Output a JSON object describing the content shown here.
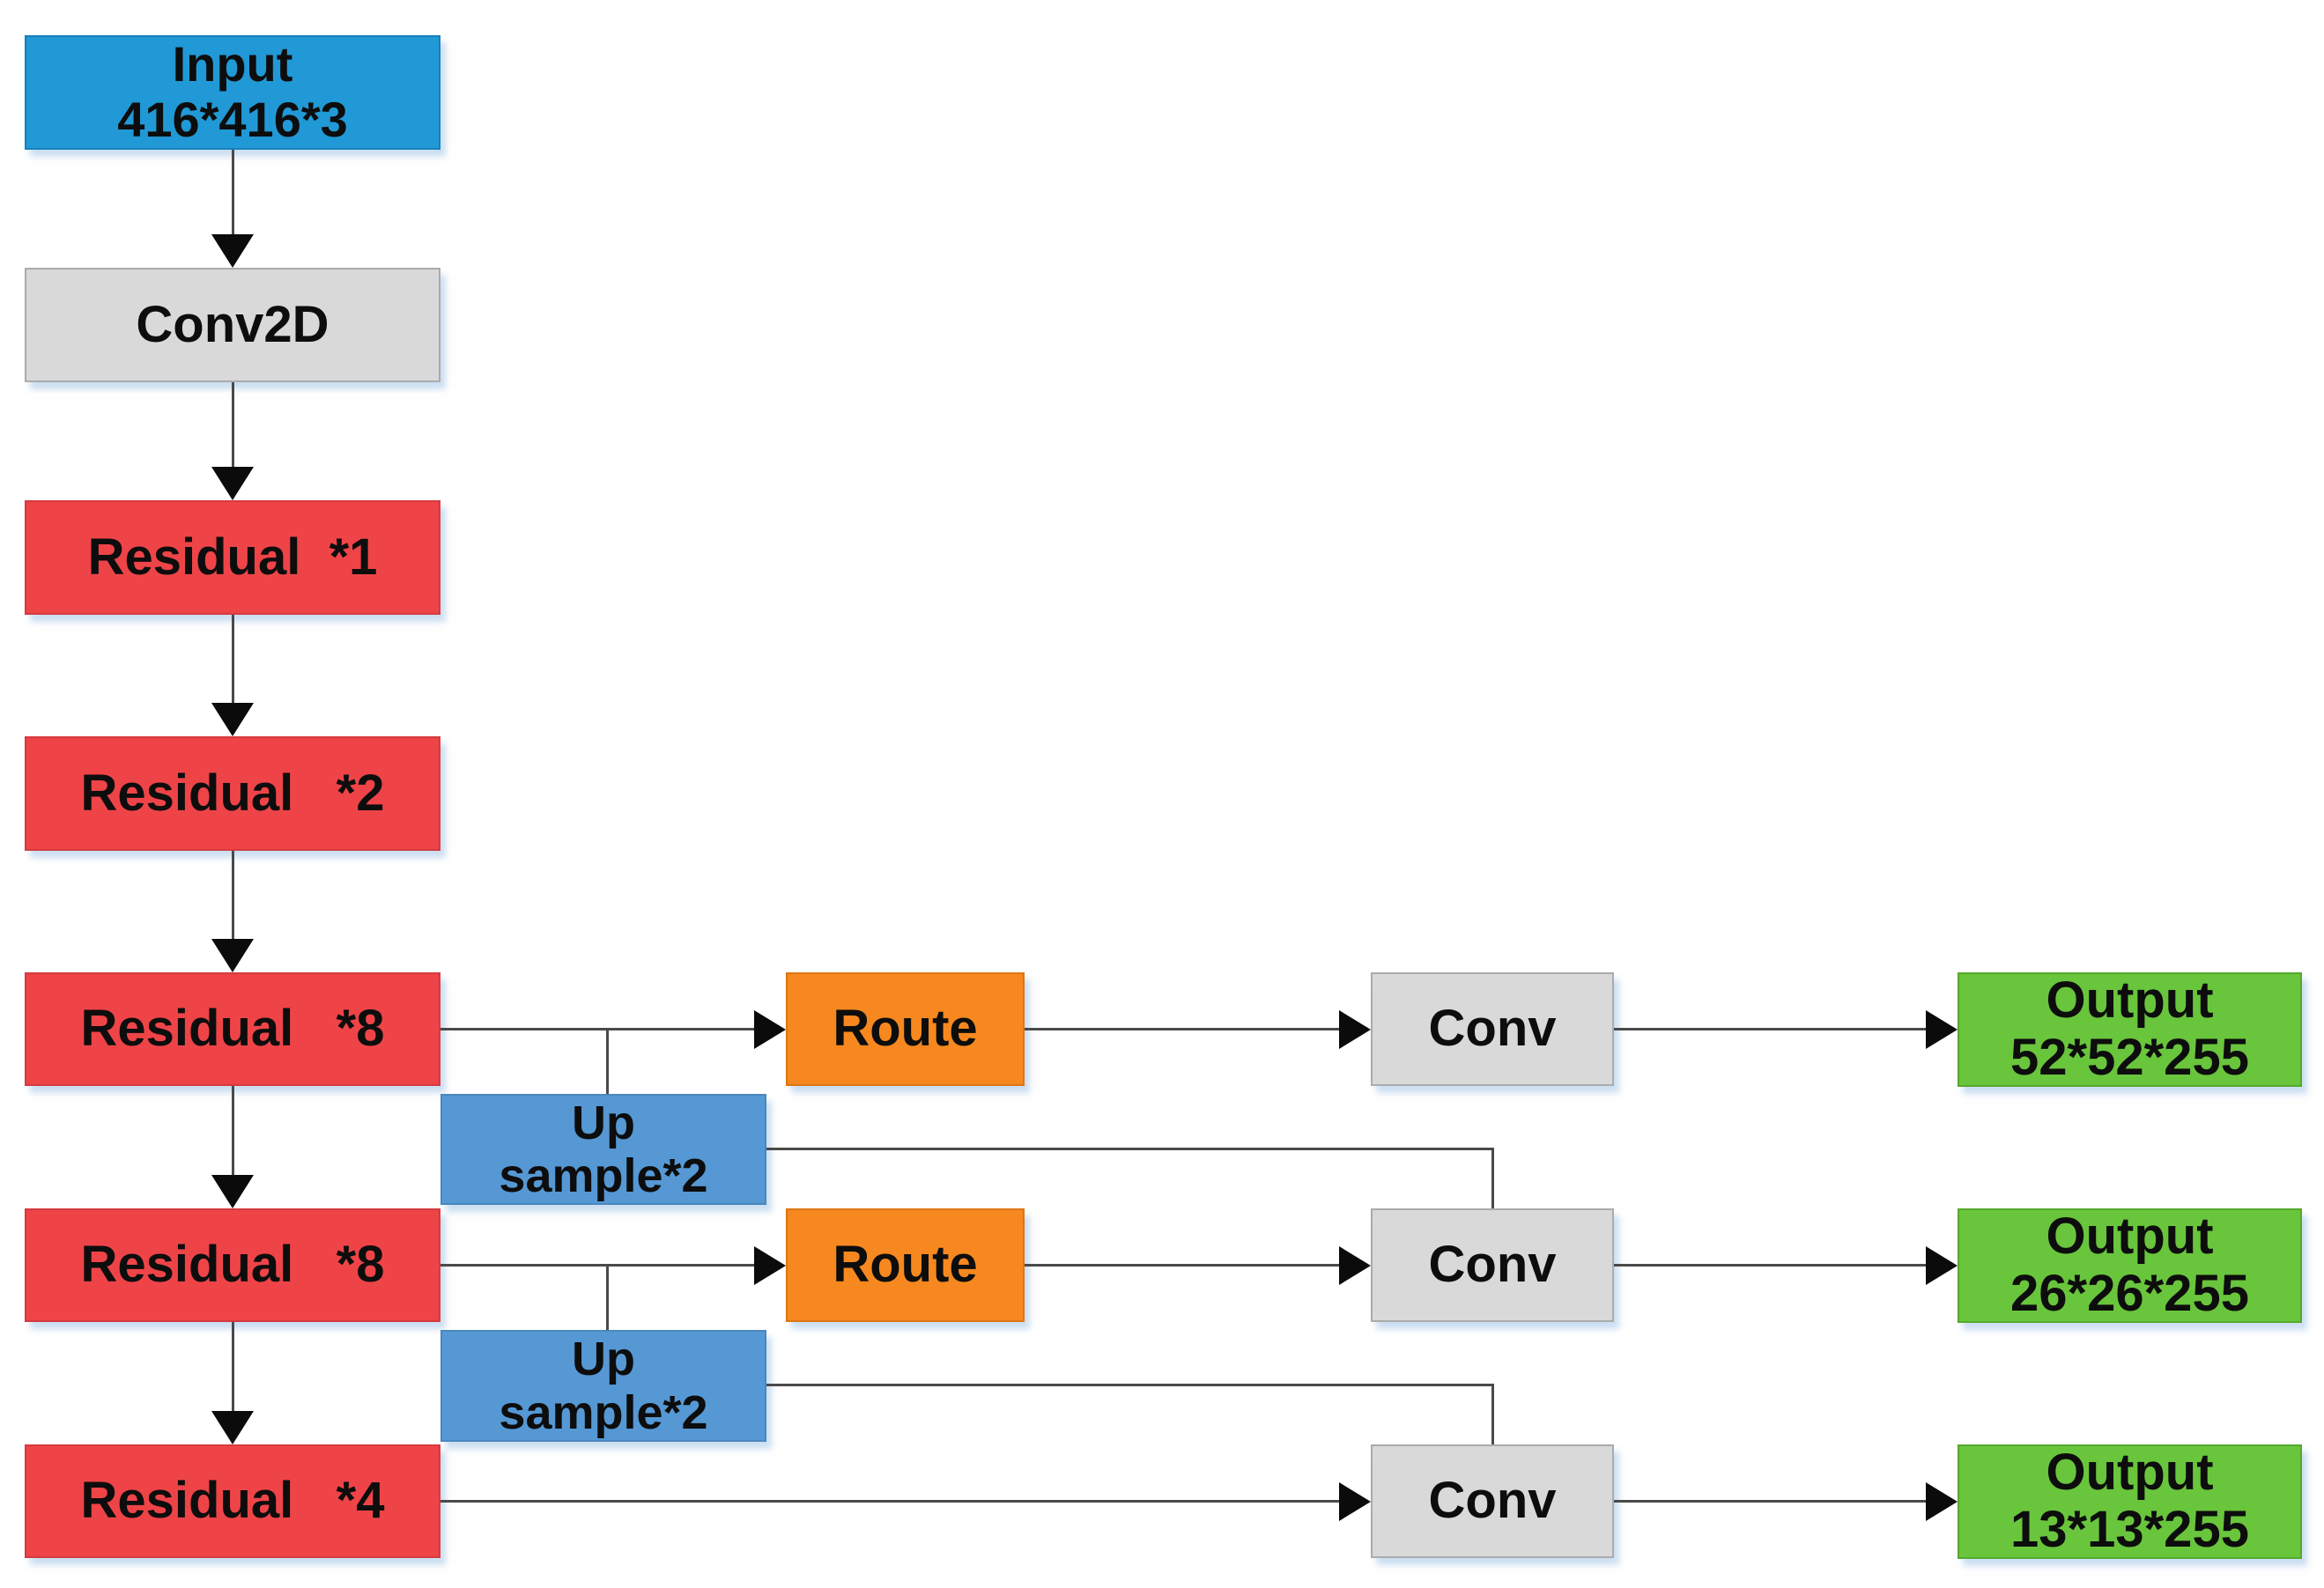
{
  "nodes": {
    "input": {
      "line1": "Input",
      "line2": "416*416*3"
    },
    "conv2d": {
      "label": "Conv2D"
    },
    "residual1": {
      "label": "Residual  *1"
    },
    "residual2": {
      "label": "Residual   *2"
    },
    "residual8a": {
      "label": "Residual   *8"
    },
    "residual8b": {
      "label": "Residual   *8"
    },
    "residual4": {
      "label": "Residual   *4"
    },
    "upsample1": {
      "line1": "Up",
      "line2": "sample*2"
    },
    "upsample2": {
      "line1": "Up",
      "line2": "sample*2"
    },
    "route1": {
      "label": "Route"
    },
    "route2": {
      "label": "Route"
    },
    "conv1": {
      "label": "Conv"
    },
    "conv2": {
      "label": "Conv"
    },
    "conv3": {
      "label": "Conv"
    },
    "output1": {
      "line1": "Output",
      "line2": "52*52*255"
    },
    "output2": {
      "line1": "Output",
      "line2": "26*26*255"
    },
    "output3": {
      "line1": "Output",
      "line2": "13*13*255"
    }
  },
  "edges": [
    {
      "from": "input",
      "to": "conv2d",
      "type": "arrow"
    },
    {
      "from": "conv2d",
      "to": "residual1",
      "type": "arrow"
    },
    {
      "from": "residual1",
      "to": "residual2",
      "type": "arrow"
    },
    {
      "from": "residual2",
      "to": "residual8a",
      "type": "arrow"
    },
    {
      "from": "residual8a",
      "to": "residual8b",
      "type": "arrow"
    },
    {
      "from": "residual8b",
      "to": "residual4",
      "type": "arrow"
    },
    {
      "from": "residual8a",
      "to": "route1",
      "type": "arrow"
    },
    {
      "from": "route1",
      "to": "conv1",
      "type": "arrow"
    },
    {
      "from": "conv1",
      "to": "output1",
      "type": "arrow"
    },
    {
      "from": "residual8b",
      "to": "route2",
      "type": "arrow"
    },
    {
      "from": "route2",
      "to": "conv2",
      "type": "arrow"
    },
    {
      "from": "conv2",
      "to": "output2",
      "type": "arrow"
    },
    {
      "from": "residual4",
      "to": "conv3",
      "type": "arrow"
    },
    {
      "from": "conv3",
      "to": "output3",
      "type": "arrow"
    },
    {
      "from": "upsample1",
      "to": "residual8a-route1 line",
      "type": "connector"
    },
    {
      "from": "upsample1",
      "to": "conv2",
      "type": "elbow-connector"
    },
    {
      "from": "upsample2",
      "to": "residual8b-route2 line",
      "type": "connector"
    },
    {
      "from": "upsample2",
      "to": "conv3",
      "type": "elbow-connector"
    }
  ],
  "colors": {
    "input_blue": "#2199D6",
    "upsample_blue": "#5598D4",
    "residual_red": "#EE4448",
    "route_orange": "#F6881F",
    "conv_gray": "#D9D9D9",
    "output_green": "#69C53C",
    "line_gray": "#4a4a4a",
    "arrowhead_black": "#0b0b0b"
  }
}
